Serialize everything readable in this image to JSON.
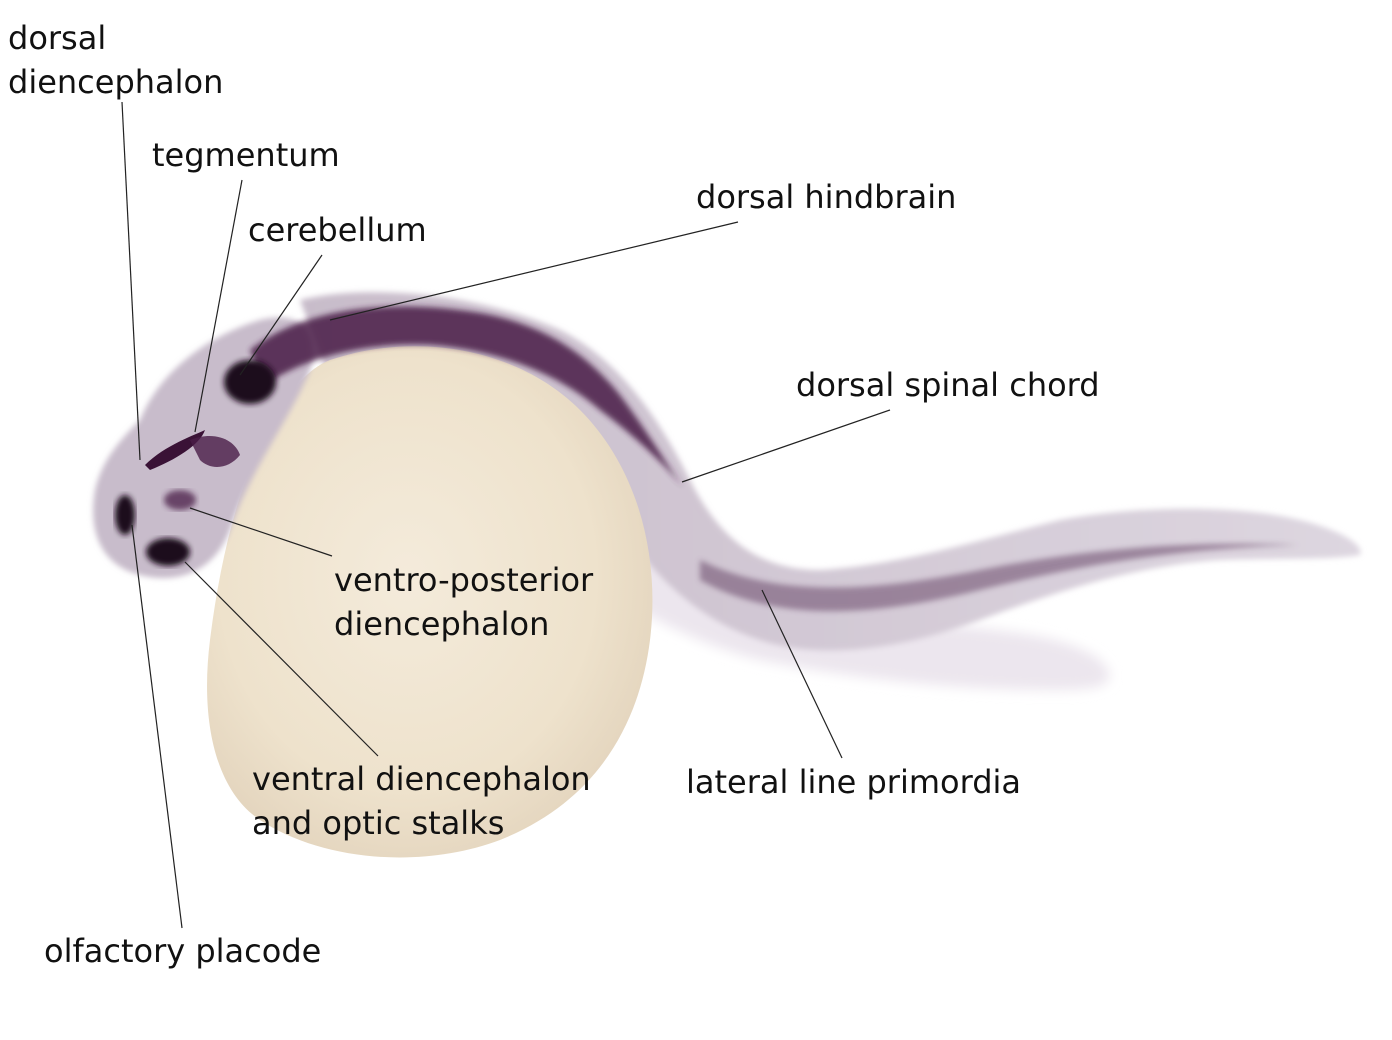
{
  "labels": {
    "dorsal_diencephalon": [
      "dorsal",
      "diencephalon"
    ],
    "tegmentum": "tegmentum",
    "cerebellum": "cerebellum",
    "dorsal_hindbrain": "dorsal hindbrain",
    "dorsal_spinal_chord": "dorsal spinal chord",
    "ventro_posterior_diencephalon": [
      "ventro-posterior",
      "diencephalon"
    ],
    "ventral_diencephalon_optic_stalks": [
      "ventral diencephalon",
      "and optic stalks"
    ],
    "lateral_line_primordia": "lateral line primordia",
    "olfactory_placode": "olfactory placode"
  },
  "colors": {
    "background": "#ffffff",
    "yolk": "#efe3cf",
    "embryo_tissue": "#cfc4cf",
    "stain": "#3a1236",
    "leader_line": "#222222",
    "label_text": "#111111"
  }
}
